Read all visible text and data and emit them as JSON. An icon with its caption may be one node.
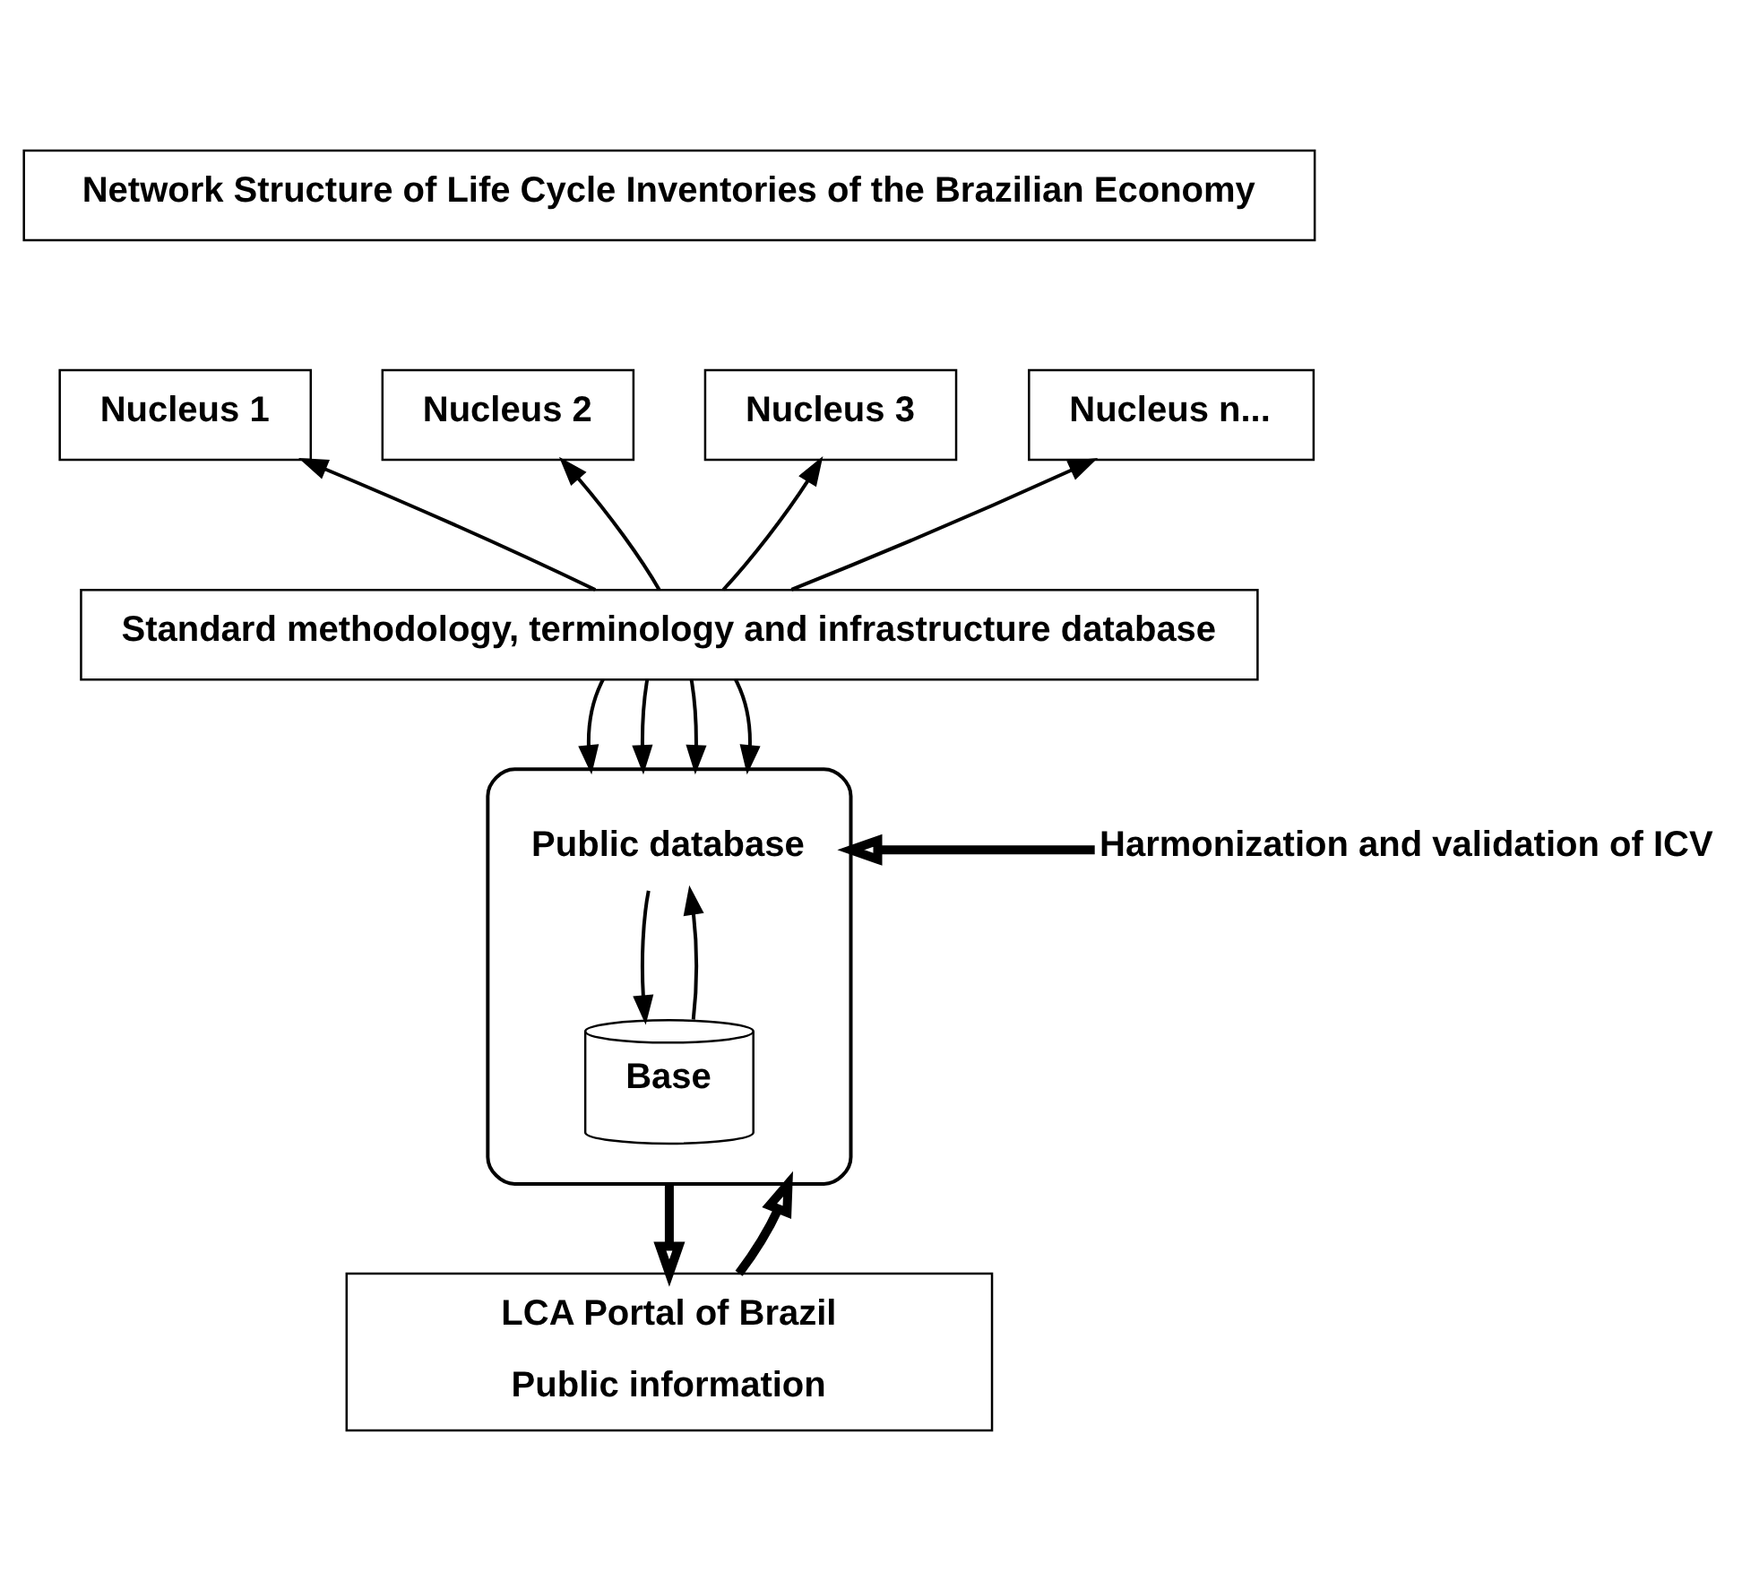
{
  "diagram": {
    "nodes": [
      {
        "text": [
          "Network Structure of Life Cycle Inventories of the Brazilian Economy"
        ]
      },
      {
        "text": [
          "Nucleus 1"
        ]
      },
      {
        "text": [
          "Nucleus 2"
        ]
      },
      {
        "text": [
          "Nucleus 3"
        ]
      },
      {
        "text": [
          "Nucleus n..."
        ]
      },
      {
        "text": [
          "Standard methodology, terminology and infrastructure database"
        ]
      },
      {
        "text": [
          "Public database"
        ]
      },
      {
        "text": [
          "Base"
        ],
        "in": 6
      },
      {
        "text": [
          "Harmonization and validation of ICV"
        ]
      },
      {
        "text": [
          "LCA Portal of Brazil",
          "Public information"
        ]
      }
    ],
    "edges": [
      {
        "from": 5,
        "to": 1,
        "arrow": "to"
      },
      {
        "from": 5,
        "to": 2,
        "arrow": "to"
      },
      {
        "from": 5,
        "to": 3,
        "arrow": "to"
      },
      {
        "from": 5,
        "to": 4,
        "arrow": "to"
      },
      {
        "from": 5,
        "to": 6,
        "arrow": "to"
      },
      {
        "from": 5,
        "to": 6,
        "arrow": "to"
      },
      {
        "from": 5,
        "to": 6,
        "arrow": "to"
      },
      {
        "from": 5,
        "to": 6,
        "arrow": "to"
      },
      {
        "from": 6,
        "to": 7,
        "arrow": "to"
      },
      {
        "from": 7,
        "to": 6,
        "arrow": "to"
      },
      {
        "from": 8,
        "to": 6,
        "arrow": "to",
        "style": "thick"
      },
      {
        "from": 6,
        "to": 9,
        "arrow": "to",
        "style": "thick"
      },
      {
        "from": 9,
        "to": 6,
        "arrow": "to",
        "style": "thick"
      }
    ]
  }
}
